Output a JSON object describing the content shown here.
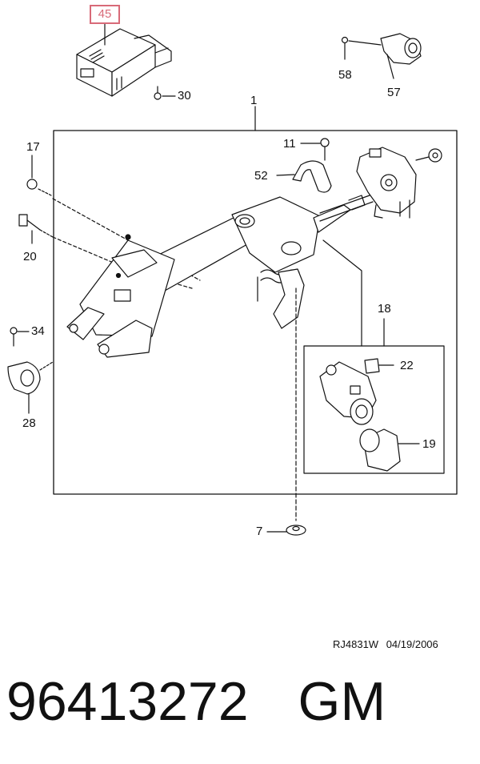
{
  "highlight": {
    "label": "45",
    "color": "#d86a78"
  },
  "callouts": {
    "c1": "1",
    "c7": "7",
    "c11": "11",
    "c17": "17",
    "c18": "18",
    "c19": "19",
    "c20": "20",
    "c22": "22",
    "c28": "28",
    "c30": "30",
    "c34": "34",
    "c52": "52",
    "c57": "57",
    "c58": "58"
  },
  "reference": {
    "code": "RJ4831W",
    "date": "04/19/2006"
  },
  "part": {
    "number": "96413272",
    "brand": "GM"
  }
}
